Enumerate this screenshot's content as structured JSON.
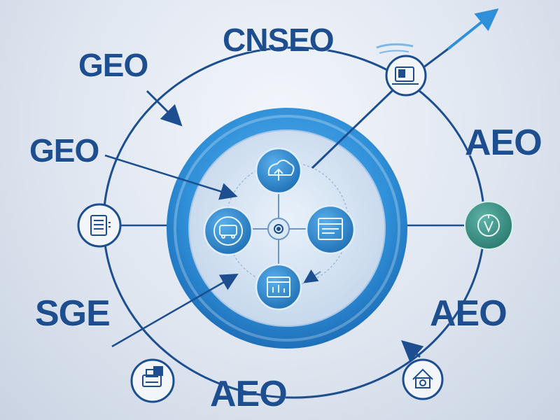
{
  "labels": {
    "top": "CNSEO",
    "geo_top": "GEO",
    "geo_left": "GEO",
    "sge": "SGE",
    "aeo_right": "AEO",
    "aeo_bottom_right": "AEO",
    "aeo_bottom": "AEO"
  },
  "colors": {
    "ring": "#2f8fd8",
    "outer_circle": "#1d4e8f",
    "label": "#1d4e8f",
    "teal_node": "#2e8a7e",
    "background": "#dfe6f0"
  },
  "icons": {
    "outer_top_right": "laptop-document-icon",
    "outer_left": "document-list-icon",
    "outer_right": "shield-badge-icon",
    "outer_bottom_left": "printer-document-icon",
    "outer_bottom_right": "home-shield-icon",
    "inner_top": "cloud-upload-icon",
    "inner_left": "badge-car-icon",
    "inner_right": "web-page-icon",
    "inner_bottom": "chart-calendar-icon",
    "hub": "gear-hub-icon"
  }
}
